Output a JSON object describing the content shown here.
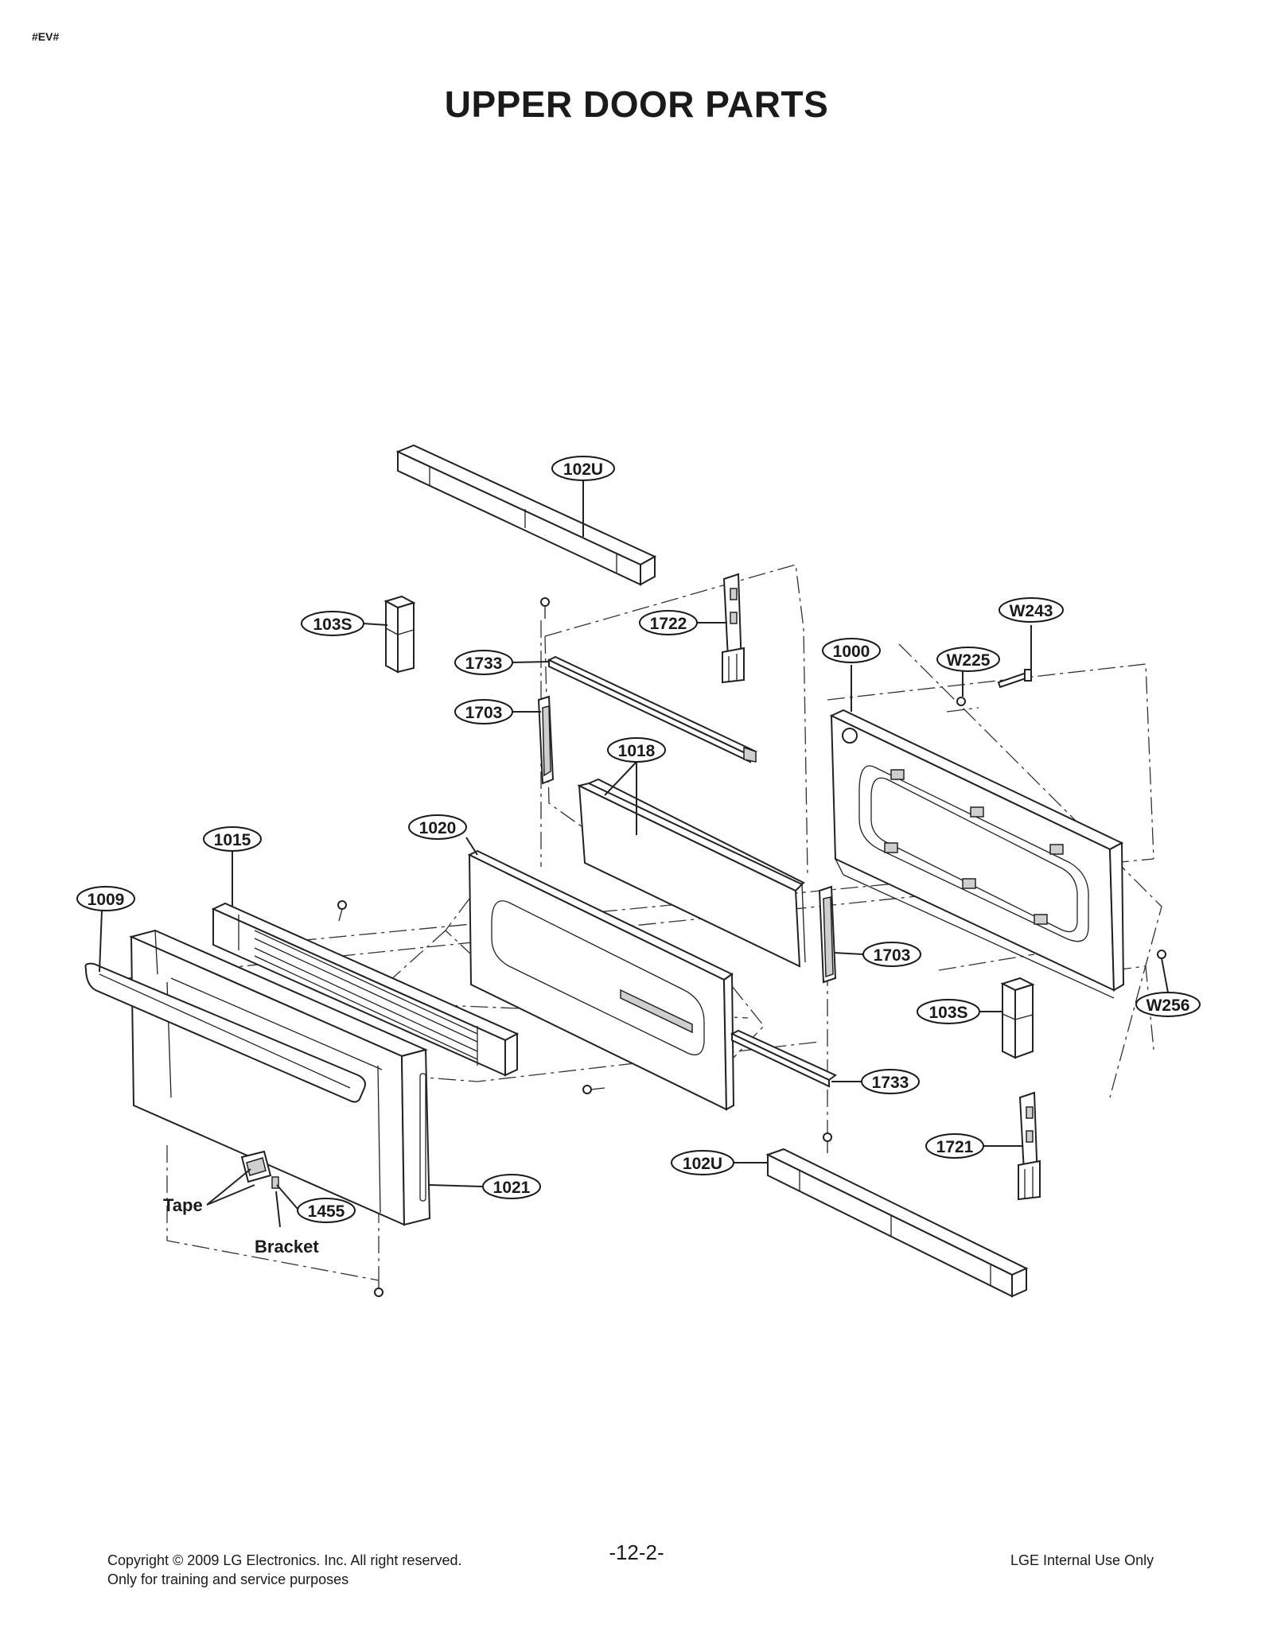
{
  "header": {
    "tag": "#EV#",
    "title": "UPPER DOOR PARTS"
  },
  "parts": [
    {
      "id": "p-102u-top",
      "label": "102U"
    },
    {
      "id": "p-103s-left",
      "label": "103S"
    },
    {
      "id": "p-1722",
      "label": "1722"
    },
    {
      "id": "p-w243",
      "label": "W243"
    },
    {
      "id": "p-1733-top",
      "label": "1733"
    },
    {
      "id": "p-1000",
      "label": "1000"
    },
    {
      "id": "p-w225",
      "label": "W225"
    },
    {
      "id": "p-1703-top",
      "label": "1703"
    },
    {
      "id": "p-1018",
      "label": "1018"
    },
    {
      "id": "p-1015",
      "label": "1015"
    },
    {
      "id": "p-1020",
      "label": "1020"
    },
    {
      "id": "p-1009",
      "label": "1009"
    },
    {
      "id": "p-1703-bottom",
      "label": "1703"
    },
    {
      "id": "p-103s-right",
      "label": "103S"
    },
    {
      "id": "p-w256",
      "label": "W256"
    },
    {
      "id": "p-1733-bottom",
      "label": "1733"
    },
    {
      "id": "p-1721",
      "label": "1721"
    },
    {
      "id": "p-102u-bottom",
      "label": "102U"
    },
    {
      "id": "p-1021",
      "label": "1021"
    },
    {
      "id": "p-1455",
      "label": "1455"
    }
  ],
  "annotations": {
    "tape": "Tape",
    "bracket": "Bracket"
  },
  "footer": {
    "copyright": "Copyright © 2009 LG Electronics. Inc. All right reserved.",
    "purpose": "Only for training and service purposes",
    "page_number": "-12-2-",
    "internal": "LGE Internal Use Only"
  }
}
